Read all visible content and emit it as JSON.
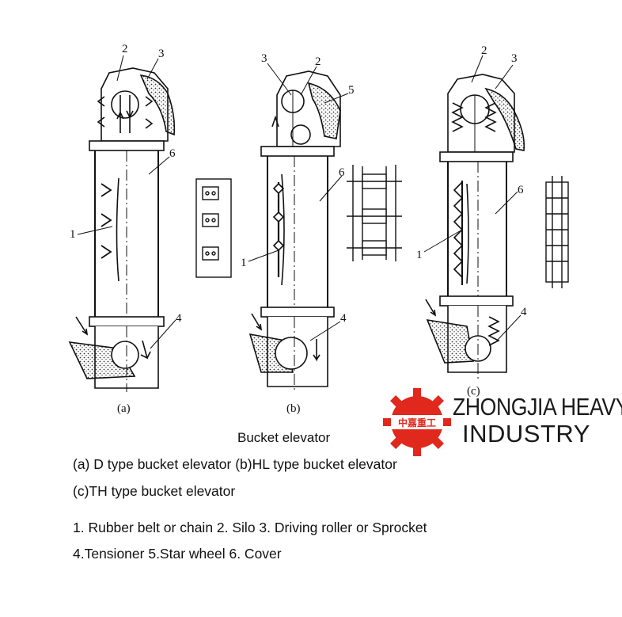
{
  "diagram": {
    "panel_labels": [
      "(a)",
      "(b)",
      "(c)"
    ],
    "part_numbers": {
      "a": [
        "2",
        "3",
        "6",
        "1",
        "4"
      ],
      "b": [
        "3",
        "2",
        "5",
        "6",
        "1",
        "4"
      ],
      "c": [
        "2",
        "3",
        "6",
        "1",
        "4"
      ]
    }
  },
  "brand": {
    "line1": "ZHONGJIA HEAVY",
    "line2": "INDUSTRY",
    "logo_text": "中嘉重工",
    "logo_color": "#e0281c"
  },
  "caption": {
    "title": "Bucket elevator",
    "line1": "(a) D type bucket elevator (b)HL type bucket elevator",
    "line2": "(c)TH type bucket elevator",
    "line3": "1. Rubber belt or chain 2. Silo 3. Driving roller or Sprocket",
    "line4": "4.Tensioner 5.Star wheel 6. Cover"
  }
}
